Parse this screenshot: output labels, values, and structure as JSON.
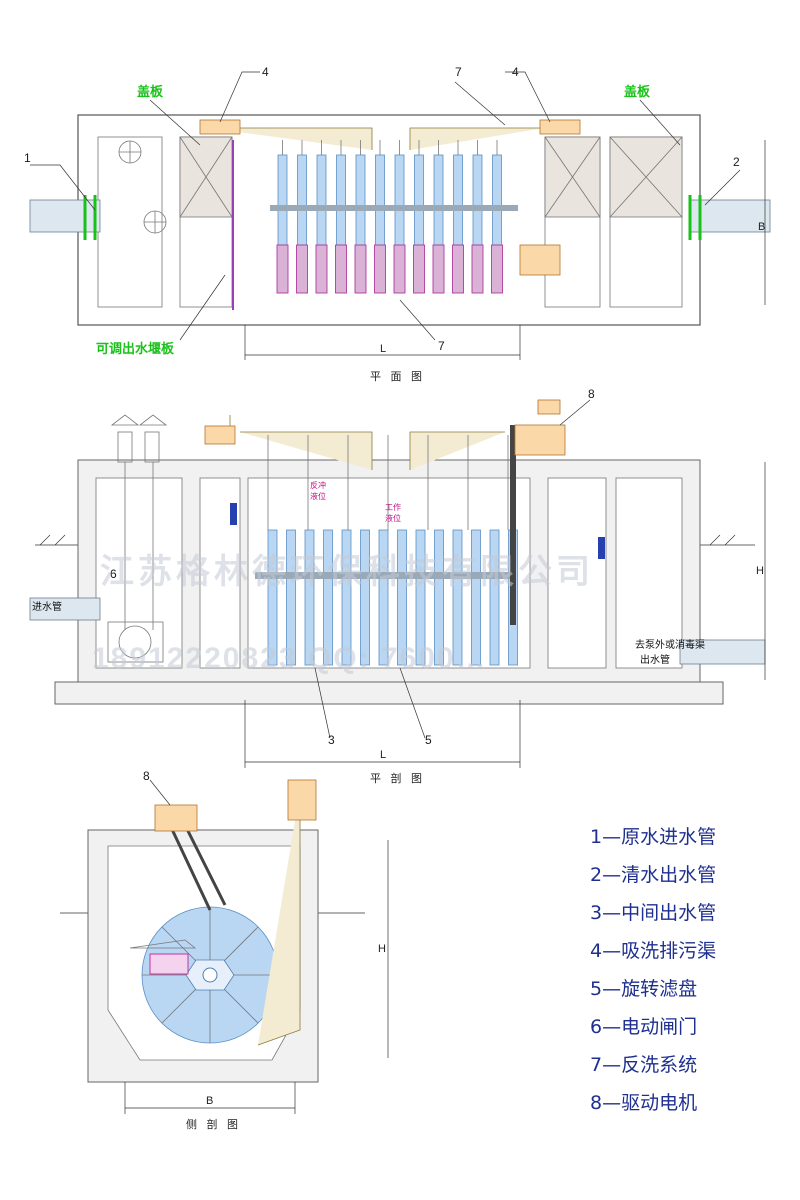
{
  "plan_view": {
    "caption": "平 面 图",
    "labels": {
      "cover_left": "盖板",
      "cover_right": "盖板",
      "weir": "可调出水堰板"
    },
    "callouts": {
      "c1": "1",
      "c2": "2",
      "c4a": "4",
      "c4b": "4",
      "c7a": "7",
      "c7b": "7"
    },
    "dims": {
      "length": "L",
      "width": "B"
    }
  },
  "section_view": {
    "caption": "平 剖 图",
    "labels": {
      "inlet": "进水管",
      "outlet_line1": "去泵外或消毒渠",
      "outlet_line2": "出水管",
      "backwash_level_1": "反冲",
      "backwash_level_2": "液位",
      "work_level_1": "工作",
      "work_level_2": "液位"
    },
    "callouts": {
      "c3": "3",
      "c5": "5",
      "c6": "6",
      "c8": "8"
    },
    "dims": {
      "length": "L",
      "height": "H"
    }
  },
  "side_view": {
    "caption": "侧 剖 图",
    "callouts": {
      "c8": "8"
    },
    "dims": {
      "width": "B",
      "height": "H"
    }
  },
  "watermark": {
    "company": "江苏格林德环保科技有限公司",
    "contact": "18912220823    QQ: 7600…"
  },
  "legend": [
    "1—原水进水管",
    "2—清水出水管",
    "3—中间出水管",
    "4—吸洗排污渠",
    "5—旋转滤盘",
    "6—电动闸门",
    "7—反洗系统",
    "8—驱动电机"
  ],
  "colors": {
    "green_label": "#19c219",
    "legend_text": "#1e2f8f",
    "disc_blue": "#b9d6f2",
    "disc_pink": "#d9b2d6",
    "weir_purple": "#9b3fb6"
  }
}
